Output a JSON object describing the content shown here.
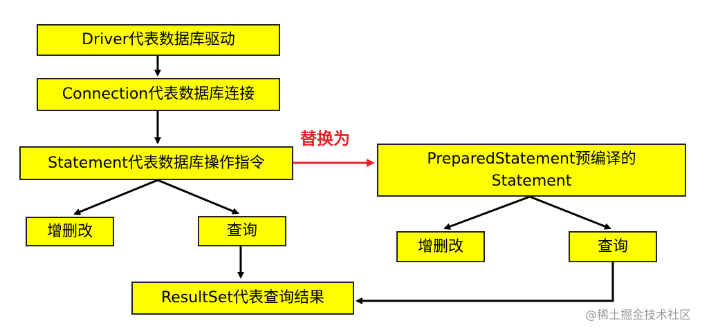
{
  "nodes": {
    "driver": "Driver代表数据库驱动",
    "connection": "Connection代表数据库连接",
    "statement": "Statement代表数据库操作指令",
    "left_update": "增删改",
    "left_query": "查询",
    "resultset": "ResultSet代表查询结果",
    "prepared_line1": "PreparedStatement预编译的",
    "prepared_line2": "Statement",
    "right_update": "增删改",
    "right_query": "查询"
  },
  "edge_labels": {
    "replace": "替换为"
  },
  "watermark": "@稀土掘金技术社区",
  "colors": {
    "box_fill": "#ffff00",
    "box_border": "#222222",
    "arrow": "#000000",
    "replace_arrow": "#e8212b"
  }
}
